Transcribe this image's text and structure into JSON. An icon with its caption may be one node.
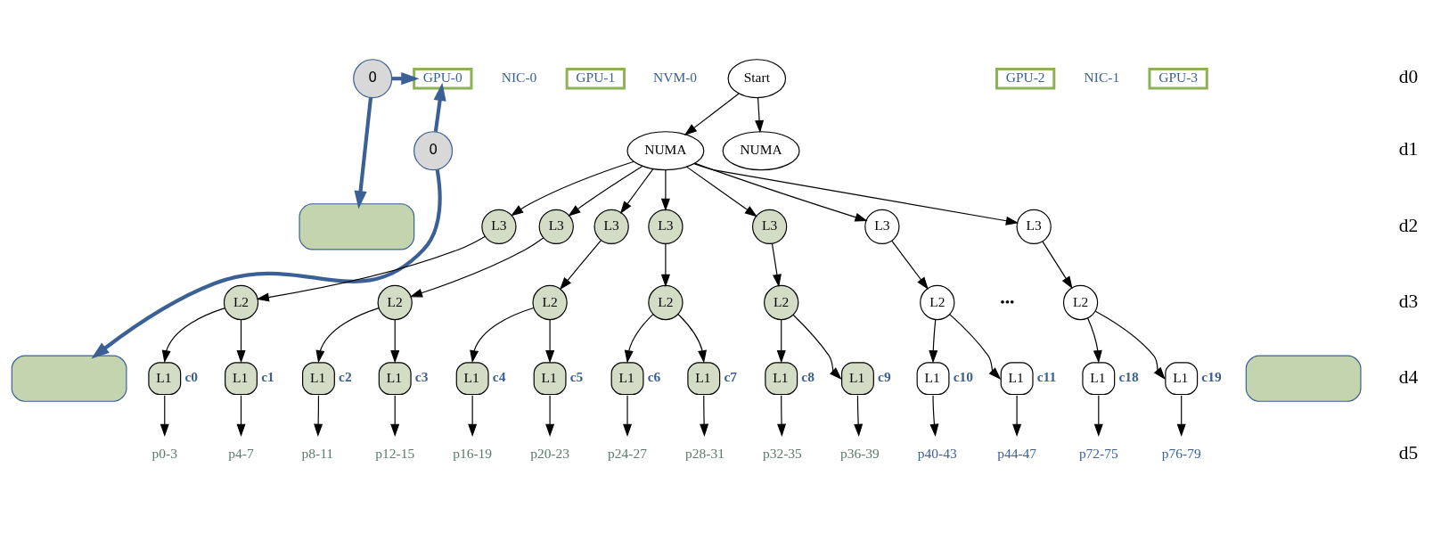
{
  "diagram": {
    "nodes": [
      {
        "text": [
          "0"
        ]
      },
      {
        "text": [
          "0"
        ]
      },
      {
        "text": [
          "GPU-0"
        ]
      },
      {
        "text": [
          "GPU-1"
        ]
      },
      {
        "text": [
          "Start"
        ]
      },
      {
        "text": [
          "GPU-2"
        ]
      },
      {
        "text": [
          "GPU-3"
        ]
      },
      {
        "text": [
          "NUMA"
        ]
      },
      {
        "text": [
          "NUMA"
        ]
      },
      {
        "text": [],
        "shape": "box"
      },
      {
        "text": [],
        "shape": "box"
      },
      {
        "text": [],
        "shape": "box"
      },
      {
        "text": [
          "L3"
        ]
      },
      {
        "text": [
          "L2"
        ]
      },
      {
        "text": [
          "L1"
        ],
        "beside": [
          "c0"
        ]
      },
      {
        "text": [
          "L1"
        ],
        "beside": [
          "c1"
        ]
      },
      {
        "text": [
          "p0-3"
        ]
      },
      {
        "text": [
          "p4-7"
        ]
      },
      {
        "text": [
          "L3"
        ]
      },
      {
        "text": [
          "L2"
        ]
      },
      {
        "text": [
          "L1"
        ],
        "beside": [
          "c2"
        ]
      },
      {
        "text": [
          "L1"
        ],
        "beside": [
          "c3"
        ]
      },
      {
        "text": [
          "p8-11"
        ]
      },
      {
        "text": [
          "p12-15"
        ]
      },
      {
        "text": [
          "L3"
        ]
      },
      {
        "text": [
          "L2"
        ]
      },
      {
        "text": [
          "L1"
        ],
        "beside": [
          "c4"
        ]
      },
      {
        "text": [
          "L1"
        ],
        "beside": [
          "c5"
        ]
      },
      {
        "text": [
          "p16-19"
        ]
      },
      {
        "text": [
          "p20-23"
        ]
      },
      {
        "text": [
          "L3"
        ]
      },
      {
        "text": [
          "L2"
        ]
      },
      {
        "text": [
          "L1"
        ],
        "beside": [
          "c6"
        ]
      },
      {
        "text": [
          "L1"
        ],
        "beside": [
          "c7"
        ]
      },
      {
        "text": [
          "p24-27"
        ]
      },
      {
        "text": [
          "p28-31"
        ]
      },
      {
        "text": [
          "L3"
        ]
      },
      {
        "text": [
          "L2"
        ]
      },
      {
        "text": [
          "L1"
        ],
        "beside": [
          "c8"
        ]
      },
      {
        "text": [
          "L1"
        ],
        "beside": [
          "c9"
        ]
      },
      {
        "text": [
          "p32-35"
        ]
      },
      {
        "text": [
          "p36-39"
        ]
      },
      {
        "text": [
          "L3"
        ]
      },
      {
        "text": [
          "L2"
        ]
      },
      {
        "text": [
          "L1"
        ],
        "beside": [
          "c10"
        ]
      },
      {
        "text": [
          "L1"
        ],
        "beside": [
          "c11"
        ]
      },
      {
        "text": [
          "p40-43"
        ]
      },
      {
        "text": [
          "p44-47"
        ]
      },
      {
        "text": [
          "L3"
        ]
      },
      {
        "text": [
          "L2"
        ]
      },
      {
        "text": [
          "L1"
        ],
        "beside": [
          "c18"
        ]
      },
      {
        "text": [
          "L1"
        ],
        "beside": [
          "c19"
        ]
      },
      {
        "text": [
          "p72-75"
        ]
      },
      {
        "text": [
          "p76-79"
        ]
      }
    ],
    "edges": [
      {
        "from": 0,
        "to": 2,
        "arrow": "to",
        "style": "thick",
        "color": "#3b6096"
      },
      {
        "from": 0,
        "to": 9,
        "arrow": "to",
        "style": "thick",
        "color": "#3b6096"
      },
      {
        "from": 1,
        "to": 2,
        "arrow": "to",
        "style": "thick",
        "color": "#3b6096"
      },
      {
        "from": 1,
        "to": 10,
        "arrow": "to",
        "style": "thick",
        "color": "#3b6096"
      },
      {
        "from": 4,
        "to": 7,
        "arrow": "to"
      },
      {
        "from": 4,
        "to": 8,
        "arrow": "to"
      },
      {
        "from": 7,
        "to": 12,
        "arrow": "to"
      },
      {
        "from": 7,
        "to": 18,
        "arrow": "to"
      },
      {
        "from": 7,
        "to": 24,
        "arrow": "to"
      },
      {
        "from": 7,
        "to": 30,
        "arrow": "to"
      },
      {
        "from": 7,
        "to": 36,
        "arrow": "to"
      },
      {
        "from": 7,
        "to": 42,
        "arrow": "to"
      },
      {
        "from": 7,
        "to": 48,
        "arrow": "to"
      },
      {
        "from": 12,
        "to": 13,
        "arrow": "to"
      },
      {
        "from": 13,
        "to": 14,
        "arrow": "to"
      },
      {
        "from": 13,
        "to": 15,
        "arrow": "to"
      },
      {
        "from": 14,
        "to": 16,
        "arrow": "to"
      },
      {
        "from": 15,
        "to": 17,
        "arrow": "to"
      },
      {
        "from": 18,
        "to": 19,
        "arrow": "to"
      },
      {
        "from": 19,
        "to": 20,
        "arrow": "to"
      },
      {
        "from": 19,
        "to": 21,
        "arrow": "to"
      },
      {
        "from": 20,
        "to": 22,
        "arrow": "to"
      },
      {
        "from": 21,
        "to": 23,
        "arrow": "to"
      },
      {
        "from": 24,
        "to": 25,
        "arrow": "to"
      },
      {
        "from": 25,
        "to": 26,
        "arrow": "to"
      },
      {
        "from": 25,
        "to": 27,
        "arrow": "to"
      },
      {
        "from": 26,
        "to": 28,
        "arrow": "to"
      },
      {
        "from": 27,
        "to": 29,
        "arrow": "to"
      },
      {
        "from": 30,
        "to": 31,
        "arrow": "to"
      },
      {
        "from": 31,
        "to": 32,
        "arrow": "to"
      },
      {
        "from": 31,
        "to": 33,
        "arrow": "to"
      },
      {
        "from": 32,
        "to": 34,
        "arrow": "to"
      },
      {
        "from": 33,
        "to": 35,
        "arrow": "to"
      },
      {
        "from": 36,
        "to": 37,
        "arrow": "to"
      },
      {
        "from": 37,
        "to": 38,
        "arrow": "to"
      },
      {
        "from": 37,
        "to": 39,
        "arrow": "to"
      },
      {
        "from": 38,
        "to": 40,
        "arrow": "to"
      },
      {
        "from": 39,
        "to": 41,
        "arrow": "to"
      },
      {
        "from": 42,
        "to": 43,
        "arrow": "to"
      },
      {
        "from": 43,
        "to": 44,
        "arrow": "to"
      },
      {
        "from": 43,
        "to": 45,
        "arrow": "to"
      },
      {
        "from": 44,
        "to": 46,
        "arrow": "to"
      },
      {
        "from": 45,
        "to": 47,
        "arrow": "to"
      },
      {
        "from": 48,
        "to": 49,
        "arrow": "to"
      },
      {
        "from": 49,
        "to": 50,
        "arrow": "to"
      },
      {
        "from": 49,
        "to": 51,
        "arrow": "to"
      },
      {
        "from": 50,
        "to": 52,
        "arrow": "to"
      },
      {
        "from": 51,
        "to": 53,
        "arrow": "to"
      }
    ],
    "labels": [
      "d0",
      "d1",
      "d2",
      "d3",
      "d4",
      "d5",
      "NIC-0",
      "NVM-0",
      "NIC-1",
      "•••"
    ]
  }
}
